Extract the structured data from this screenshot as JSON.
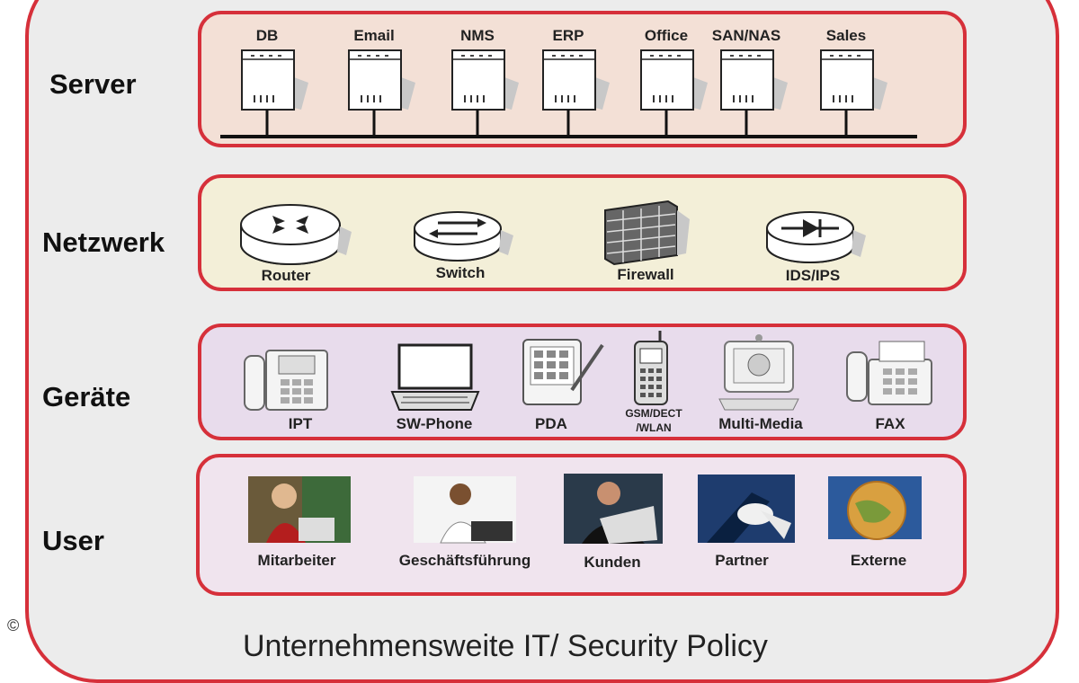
{
  "layers": {
    "server": {
      "label": "Server",
      "items": [
        "DB",
        "Email",
        "NMS",
        "ERP",
        "Office",
        "SAN/NAS",
        "Sales"
      ]
    },
    "netzwerk": {
      "label": "Netzwerk",
      "items": [
        "Router",
        "Switch",
        "Firewall",
        "IDS/IPS"
      ]
    },
    "geraete": {
      "label": "Geräte",
      "items": [
        "IPT",
        "SW-Phone",
        "PDA",
        "GSM/DECT\n/WLAN",
        "Multi-Media",
        "FAX"
      ]
    },
    "user": {
      "label": "User",
      "items": [
        "Mitarbeiter",
        "Geschäftsführung",
        "Kunden",
        "Partner",
        "Externe"
      ]
    }
  },
  "footer": "Unternehmensweite IT/ Security Policy",
  "copyright": "©",
  "colors": {
    "frame": "#d6303a",
    "server_band": "#f3e0d6",
    "network_band": "#f3efd8",
    "device_band": "#e8dcec",
    "user_band": "#f0e4ee"
  }
}
